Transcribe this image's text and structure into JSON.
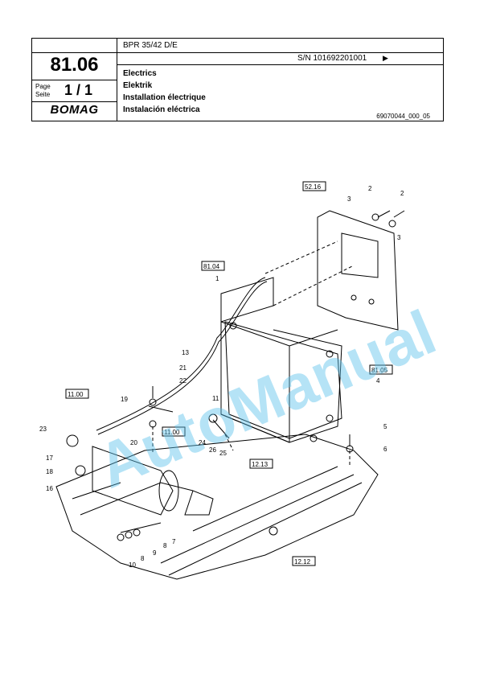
{
  "header": {
    "model": "BPR 35/42 D/E",
    "serial": "S/N 101692201001",
    "serial_arrow": "▶",
    "page_number": "81.06",
    "page_label_en": "Page",
    "page_label_de": "Seite",
    "page_count": "1 / 1",
    "logo_text": "BOMAG",
    "title_en": "Electrics",
    "title_de": "Elektrik",
    "title_fr": "Installation électrique",
    "title_es": "Instalación eléctrica",
    "drawing_ref": "69070044_000_05"
  },
  "watermark": {
    "text": "AutoManual",
    "color": "#5bc0eb"
  },
  "diagram": {
    "ref_boxes": [
      "52.16",
      "81.04",
      "81.05",
      "11.00",
      "11.00",
      "12.13",
      "12.12"
    ],
    "callouts": [
      "2",
      "3",
      "2",
      "3",
      "1",
      "13",
      "21",
      "22",
      "19",
      "11",
      "4",
      "5",
      "6",
      "23",
      "17",
      "18",
      "16",
      "20",
      "24",
      "26",
      "25",
      "7",
      "8",
      "9",
      "8",
      "10"
    ]
  }
}
